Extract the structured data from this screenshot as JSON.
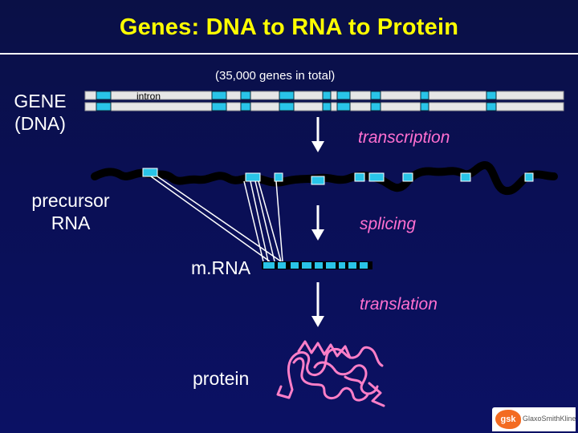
{
  "title": "Genes: DNA to RNA to Protein",
  "subtitle": "(35,000 genes in total)",
  "labels": {
    "gene_line1": "GENE",
    "gene_line2": "(DNA)",
    "intron": "intron",
    "precursor_line1": "precursor",
    "precursor_line2": "RNA",
    "mrna": "m.RNA",
    "protein": "protein"
  },
  "steps": {
    "transcription": "transcription",
    "splicing": "splicing",
    "translation": "translation"
  },
  "logo": {
    "mark": "gsk",
    "text": "GlaxoSmithKline"
  },
  "colors": {
    "background": "#0b1164",
    "title": "#ffff00",
    "exon": "#29c4e8",
    "step_text": "#ff6fd0",
    "protein": "#ff7fc8",
    "dna_strand": "#d9d9d9"
  }
}
